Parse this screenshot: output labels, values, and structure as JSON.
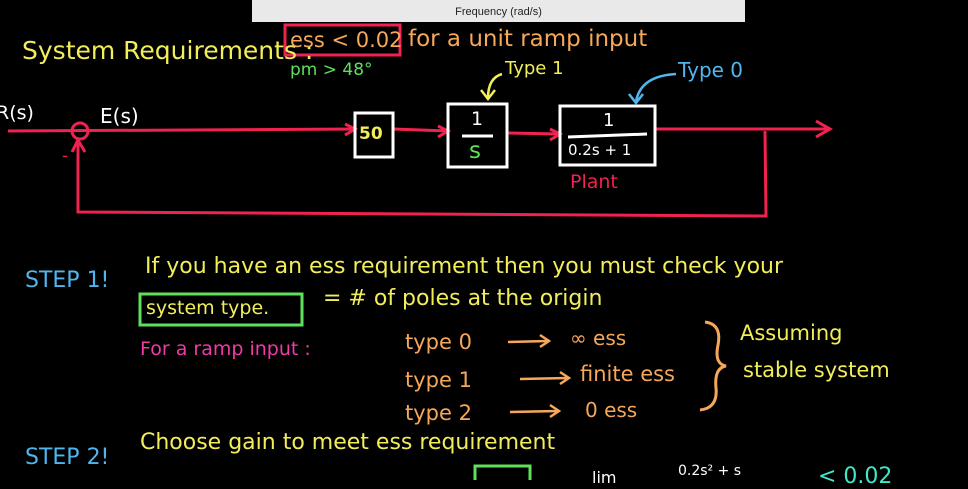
{
  "top_bar": {
    "label": "Frequency  (rad/s)"
  },
  "requirements": {
    "title": "System Requirements :",
    "ess_req": "ess < 0.02",
    "ess_suffix": "for a unit ramp input",
    "pm_req": "pm > 48°"
  },
  "diagram": {
    "input": "R(s)",
    "error": "E(s)",
    "minus": "-",
    "gain": "50",
    "integrator_num": "1",
    "integrator_den": "s",
    "plant_num": "1",
    "plant_den": "0.2s + 1",
    "plant_label": "Plant",
    "type1_label": "Type 1",
    "type0_label": "Type 0"
  },
  "step1": {
    "label": "STEP 1!",
    "line1": "If you have an ess requirement then you must check your",
    "boxed": "system type.",
    "line2": "= # of poles at the origin",
    "ramp_label": "For a ramp input :",
    "rows": [
      {
        "type": "type 0",
        "result": "∞  ess"
      },
      {
        "type": "type 1",
        "result": "finite  ess"
      },
      {
        "type": "type 2",
        "result": "0  ess"
      }
    ],
    "assume1": "Assuming",
    "assume2": "stable system"
  },
  "step2": {
    "label": "STEP 2!",
    "line1": "Choose gain to meet ess requirement",
    "lim": "lim",
    "expr": "0.2s² + s",
    "ineq": "< 0.02"
  },
  "colors": {
    "wire": "#f0224f",
    "box": "#ffffff"
  }
}
